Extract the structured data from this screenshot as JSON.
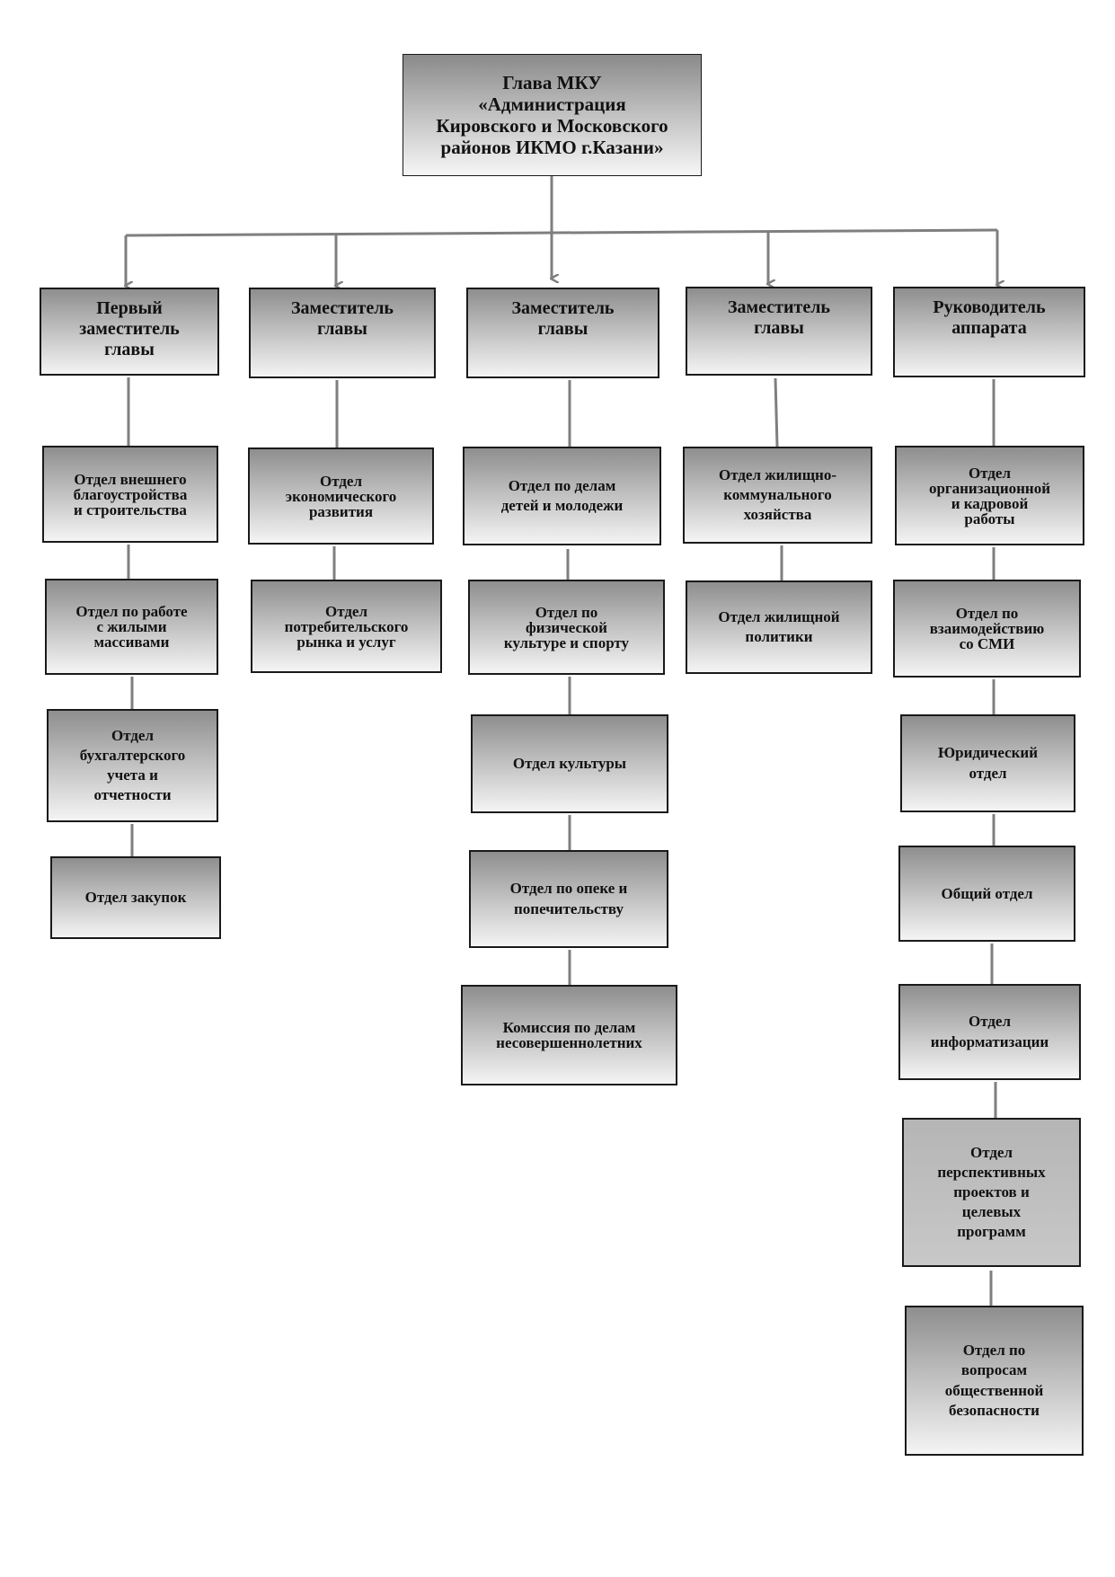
{
  "head": {
    "label": "Глава МКУ\n«Администрация\nКировского и Московского\nрайонов ИКМО г.Казани»"
  },
  "deputies": [
    {
      "label": "Первый\nзаместитель\nглавы"
    },
    {
      "label": "Заместитель\nглавы"
    },
    {
      "label": "Заместитель\nглавы"
    },
    {
      "label": "Заместитель\nглавы"
    },
    {
      "label": "Руководитель\nаппарата"
    }
  ],
  "departments": {
    "col1": [
      {
        "label": "Отдел внешнего\nблагоустройства\nи строительства"
      },
      {
        "label": "Отдел по работе\nс жилыми\nмассивами"
      },
      {
        "label": "Отдел\nбухгалтерского\nучета и\nотчетности"
      },
      {
        "label": "Отдел закупок"
      }
    ],
    "col2": [
      {
        "label": "Отдел\nэкономического\nразвития"
      },
      {
        "label": "Отдел\nпотребительского\nрынка и услуг"
      }
    ],
    "col3": [
      {
        "label": "Отдел по делам\nдетей и молодежи"
      },
      {
        "label": "Отдел по\nфизической\nкультуре и спорту"
      },
      {
        "label": "Отдел культуры"
      },
      {
        "label": "Отдел по опеке и\nпопечительству"
      },
      {
        "label": "Комиссия по делам\nнесовершеннолетних"
      }
    ],
    "col4": [
      {
        "label": "Отдел жилищно-\nкоммунального\nхозяйства"
      },
      {
        "label": "Отдел жилищной\nполитики"
      }
    ],
    "col5": [
      {
        "label": "Отдел\nорганизационной\nи кадровой\nработы"
      },
      {
        "label": "Отдел по\nвзаимодействию\nсо СМИ"
      },
      {
        "label": "Юридический\nотдел"
      },
      {
        "label": "Общий отдел"
      },
      {
        "label": "Отдел\nинформатизации"
      },
      {
        "label": "Отдел\nперспективных\nпроектов и\nцелевых\nпрограмм"
      },
      {
        "label": "Отдел по\nвопросам\nобщественной\nбезопасности"
      }
    ]
  },
  "colors": {
    "connector": "#7f7f7f",
    "border": "#1a1a1a"
  }
}
